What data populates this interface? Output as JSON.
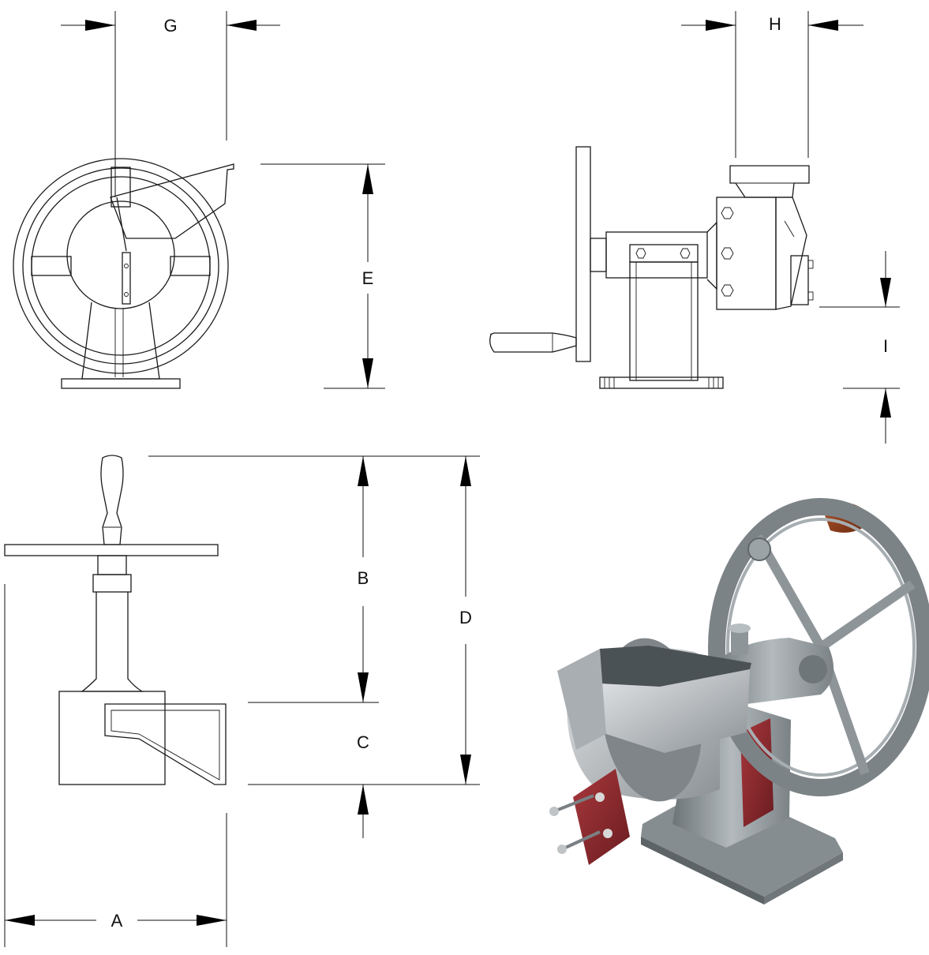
{
  "dimension_labels": {
    "a": "A",
    "b": "B",
    "c": "C",
    "d": "D",
    "e": "E",
    "g": "G",
    "h": "H",
    "i": "I"
  },
  "colors": {
    "line": "#1a1a1a",
    "machine_gray": "#8e9599",
    "machine_gray_light": "#b7bec2",
    "machine_gray_dark": "#5f666a",
    "handle_wood": "#8a3a18",
    "plate_red": "#8b2a2e",
    "blade_silver": "#c9cdd0"
  },
  "icons": {
    "front_view": "front-view-drawing",
    "side_view": "side-view-drawing",
    "top_view": "top-view-drawing",
    "photo": "machine-photo-illustration"
  }
}
